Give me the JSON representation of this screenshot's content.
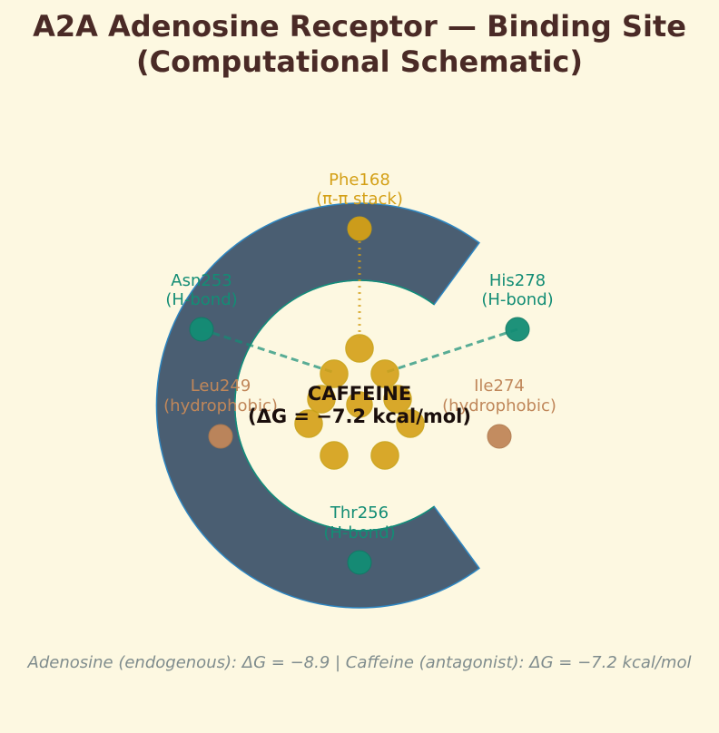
{
  "title": {
    "line1": "A2A Adenosine Receptor — Binding Site",
    "line2": "(Computational Schematic)"
  },
  "ligand": {
    "name": "CAFFEINE",
    "energy": "(ΔG = −7.2 kcal/mol)"
  },
  "residues": [
    {
      "id": "phe168",
      "name": "Phe168",
      "interaction": "(π-π stack)",
      "color": "#d4a017"
    },
    {
      "id": "asn253",
      "name": "Asn253",
      "interaction": "(H-bond)",
      "color": "#138d75"
    },
    {
      "id": "his278",
      "name": "His278",
      "interaction": "(H-bond)",
      "color": "#138d75"
    },
    {
      "id": "leu249",
      "name": "Leu249",
      "interaction": "(hydrophobic)",
      "color": "#c0875a"
    },
    {
      "id": "ile274",
      "name": "Ile274",
      "interaction": "(hydrophobic)",
      "color": "#c0875a"
    },
    {
      "id": "thr256",
      "name": "Thr256",
      "interaction": "(H-bond)",
      "color": "#138d75"
    }
  ],
  "colors": {
    "receptor": "#4a5e72",
    "receptor_edge": "#2e86c1",
    "pocket_edge": "#138d75",
    "ligand_atom": "#d4a017",
    "hbond_line": "#138d75",
    "stack_line": "#d4a017",
    "background": "#fdf8e1"
  },
  "footer": "Adenosine (endogenous): ΔG = −8.9 | Caffeine (antagonist): ΔG = −7.2 kcal/mol"
}
